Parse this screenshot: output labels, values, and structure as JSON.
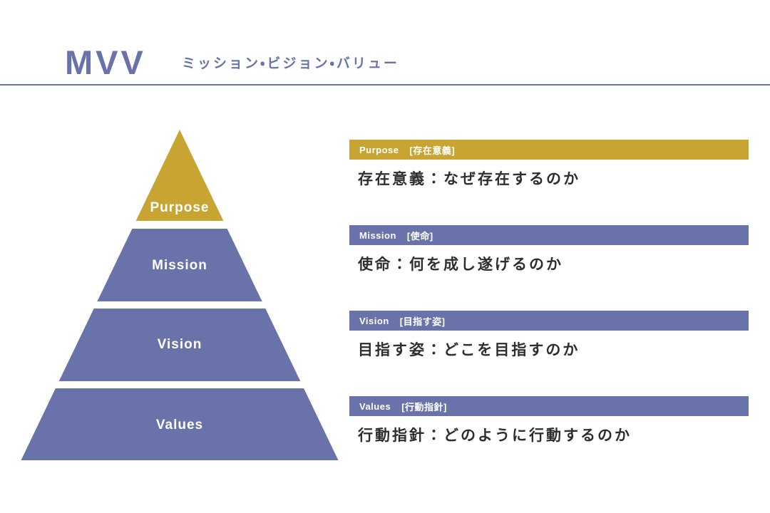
{
  "header": {
    "title": "MVV",
    "subtitle": "ミッション・ビジョン・バリュー"
  },
  "colors": {
    "purple": "#6A73A9",
    "gold": "#C8A532",
    "text_dark": "#2E2E2E",
    "label_white": "#FFFFFF"
  },
  "pyramid": {
    "levels": [
      {
        "label": "Purpose",
        "color": "gold"
      },
      {
        "label": "Mission",
        "color": "purple"
      },
      {
        "label": "Vision",
        "color": "purple"
      },
      {
        "label": "Values",
        "color": "purple"
      }
    ]
  },
  "panel": {
    "rows": [
      {
        "label_en": "Purpose",
        "label_ja": "[存在意義]",
        "description": "存在意義：なぜ存在するのか",
        "accent": "gold"
      },
      {
        "label_en": "Mission",
        "label_ja": "[使命]",
        "description": "使命：何を成し遂げるのか",
        "accent": "purple"
      },
      {
        "label_en": "Vision",
        "label_ja": "[目指す姿]",
        "description": "目指す姿：どこを目指すのか",
        "accent": "purple"
      },
      {
        "label_en": "Values",
        "label_ja": "[行動指針]",
        "description": "行動指針：どのように行動するのか",
        "accent": "purple"
      }
    ]
  }
}
